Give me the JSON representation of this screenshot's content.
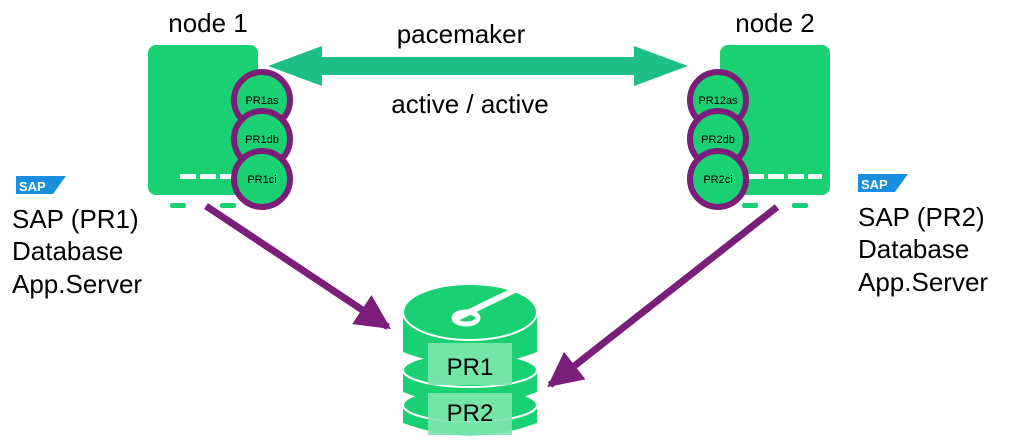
{
  "colors": {
    "green": "#19D072",
    "teal_arrow": "#1DBF86",
    "purple": "#7B1E7A",
    "sap_blue": "#1A8FE0"
  },
  "node1": {
    "title": "node 1",
    "resources": [
      "PR1as",
      "PR1db",
      "PR1ci"
    ],
    "sap_logo": "SAP",
    "lines": [
      "SAP (PR1)",
      "Database",
      "App.Server"
    ]
  },
  "node2": {
    "title": "node 2",
    "resources": [
      "PR12as",
      "PR2db",
      "PR2ci"
    ],
    "sap_logo": "SAP",
    "lines": [
      "SAP (PR2)",
      "Database",
      "App.Server"
    ]
  },
  "cluster": {
    "top_label": "pacemaker",
    "bottom_label": "active / active"
  },
  "storage": {
    "partitions": [
      "PR1",
      "PR2"
    ]
  }
}
